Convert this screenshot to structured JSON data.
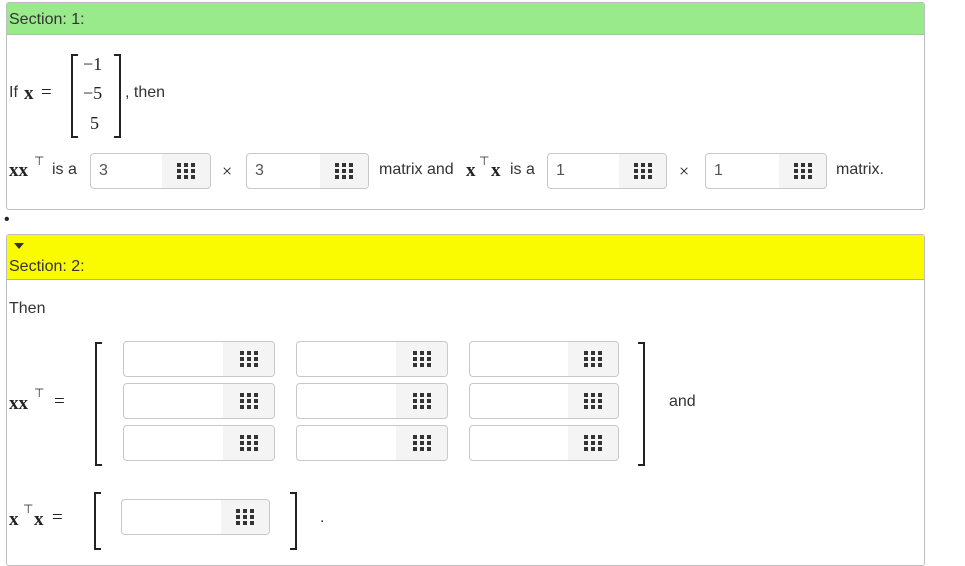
{
  "section1": {
    "title": "Section: 1:",
    "intro_prefix": "If",
    "var_x": "x",
    "equals": "=",
    "vector": [
      "−1",
      "−5",
      "5"
    ],
    "then_text": ", then",
    "q_xxT": "xx",
    "sup_T": "⊤",
    "is_a": "is a",
    "times": "×",
    "matrix_and": "matrix and",
    "x_bold": "x",
    "matrix_end": "matrix.",
    "dims": {
      "xxT_rows": "3",
      "xxT_cols": "3",
      "xTx_rows": "1",
      "xTx_cols": "1"
    }
  },
  "bullet": "•",
  "section2": {
    "title": "Section: 2:",
    "then_label": "Then",
    "xxT": "xx",
    "sup_T": "⊤",
    "equals": "=",
    "and_text": "and",
    "xTx_x1": "x",
    "xTx_x2": "x",
    "period": "."
  },
  "icons": {
    "matrix_grid": "grid-icon",
    "collapse": "triangle-down-icon"
  }
}
